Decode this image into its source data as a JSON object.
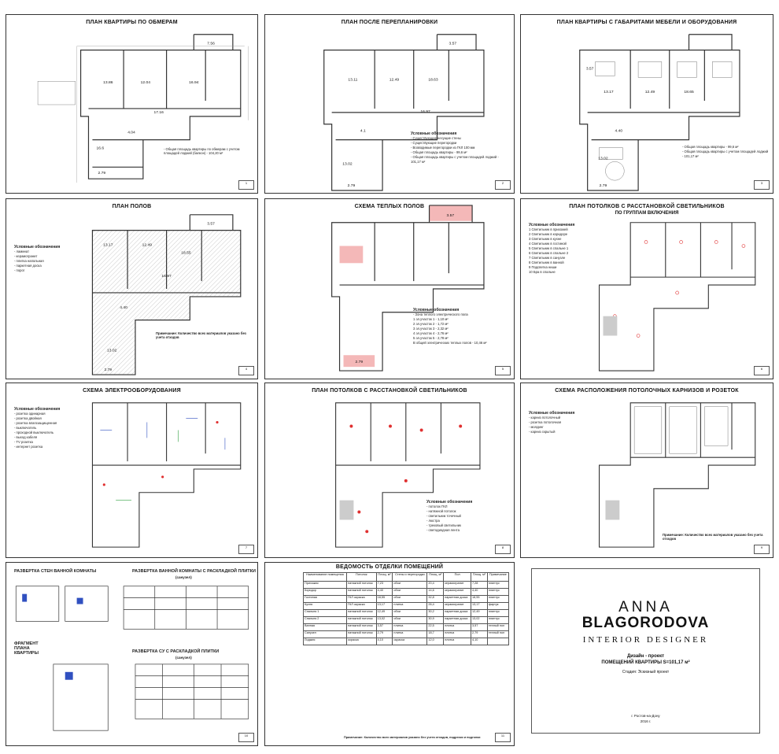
{
  "sheets": [
    {
      "id": "s1",
      "title": "План квартиры по обмерам",
      "stamp": "1",
      "notes": [
        "- Общая площадь квартиры по обмерам с учетом площадей лоджий (балкон) - 104,20 м²"
      ],
      "rooms": [
        {
          "label": "7.56"
        },
        {
          "label": "13.86"
        },
        {
          "label": "12.04"
        },
        {
          "label": "16.94"
        },
        {
          "label": "17.16"
        },
        {
          "label": "4.04"
        },
        {
          "label": "16.6"
        },
        {
          "label": "2.79"
        }
      ]
    },
    {
      "id": "s2",
      "title": "План после перепланировки",
      "stamp": "2",
      "legend_title": "Условные обозначения",
      "legend": [
        "- Существующие несущие стены",
        "- Существующие перегородки",
        "- Возводимые перегородки из ГКЛ 100 мм",
        "- Общая площадь квартиры - 99,6 м²",
        "- Общая площадь квартиры с учетом площадей лоджий - 101,17 м²"
      ],
      "rooms": [
        {
          "label": "3.57"
        },
        {
          "label": "13.11"
        },
        {
          "label": "12.49"
        },
        {
          "label": "18.63"
        },
        {
          "label": "16.97"
        },
        {
          "label": "4.1"
        },
        {
          "label": "13.02"
        },
        {
          "label": "2.79"
        }
      ]
    },
    {
      "id": "s3",
      "title": "План квартиры с габаритами мебели и оборудования",
      "stamp": "3",
      "legend": [
        "- Общая площадь квартиры - 99,6 м²",
        "- Общая площадь квартиры с учетом площадей лоджий - 101,17 м²"
      ],
      "rooms": [
        {
          "label": "3.57"
        },
        {
          "label": "13.17"
        },
        {
          "label": "12.49"
        },
        {
          "label": "18.65"
        },
        {
          "label": "4.40"
        },
        {
          "label": "13.02"
        },
        {
          "label": "2.79"
        }
      ]
    },
    {
      "id": "s4",
      "title": "План полов",
      "stamp": "4",
      "legend_title": "Условные обозначения",
      "legend": [
        "- ламинат",
        "- керамогранит",
        "- плитка напольная",
        "- паркетная доска",
        "- порог"
      ],
      "notes": [
        "Примечание: Количество всех материалов указано без учета отходов"
      ],
      "rooms": [
        {
          "label": "3.57"
        },
        {
          "label": "13.17"
        },
        {
          "label": "12.49"
        },
        {
          "label": "18.55"
        },
        {
          "label": "16.97"
        },
        {
          "label": "4.40"
        },
        {
          "label": "13.02"
        },
        {
          "label": "2.79"
        }
      ]
    },
    {
      "id": "s5",
      "title": "Схема теплых полов",
      "stamp": "5",
      "legend_title": "Условные обозначения",
      "legend": [
        "- Зона теплого электрического пола",
        "1 эл.участок 1 - 1,10 м²",
        "2 эл.участок 2 - 1,72 м²",
        "3 эл.участок 3 - 2,32 м²",
        "4 эл.участок 4 - 2,76 м²",
        "5 эл.участок 5 - 2,78 м²",
        "В общей электрических теплых полов - 10,46 м²"
      ],
      "rooms": [
        {
          "label": "3.57"
        },
        {
          "label": "2.79"
        }
      ]
    },
    {
      "id": "s6",
      "title": "План потолков с расстановкой светильников",
      "subtitle": "по группам включения",
      "stamp": "6",
      "legend_title": "Условные обозначения",
      "legend": [
        "1 Светильник в прихожей",
        "2 Светильник в коридоре",
        "3 Светильник в кухне",
        "4 Светильник в гостиной",
        "5 Светильник в спальне 1",
        "6 Светильник в спальне 2",
        "7 Светильник в санузле",
        "8 Светильник в ванной",
        "9 Подсветка ниши",
        "10 Бра в спальне"
      ]
    },
    {
      "id": "s7",
      "title": "Схема электрооборудования",
      "stamp": "7",
      "legend_title": "Условные обозначения",
      "legend": [
        "- розетка одинарная",
        "- розетка двойная",
        "- розетка влагозащищенная",
        "- выключатель",
        "- проходной выключатель",
        "- выход кабеля",
        "- TV розетка",
        "- интернет розетка"
      ]
    },
    {
      "id": "s8",
      "title": "План потолков с расстановкой светильников",
      "stamp": "8",
      "legend_title": "Условные обозначения",
      "legend": [
        "- потолок ГКЛ",
        "- натяжной потолок",
        "- светильник точечный",
        "- люстра",
        "- трековый светильник",
        "- светодиодная лента"
      ]
    },
    {
      "id": "s9",
      "title": "Схема расположения потолочных карнизов и розеток",
      "stamp": "9",
      "legend_title": "Условные обозначения",
      "legend": [
        "- карниз потолочный",
        "- розетка потолочная",
        "- молдинг",
        "- карниз скрытый"
      ],
      "notes": [
        "Примечание: Количество всех материалов указано без учета отходов"
      ]
    },
    {
      "id": "s10",
      "stamp": "10",
      "blocks": [
        {
          "title": "Развертка стен ванной комнаты"
        },
        {
          "title": "Развертка ванной комнаты с раскладкой плитки",
          "subtitle": "(санузел)"
        },
        {
          "title": "Фрагмент плана квартиры"
        },
        {
          "title": "Развертка СУ с раскладкой плитки",
          "subtitle": "(санузел)"
        }
      ]
    },
    {
      "id": "s11",
      "title": "Ведомость отделки помещений",
      "stamp": "11",
      "table": {
        "header": [
          "Наименование помещения",
          "Потолок",
          "Площ. м²",
          "Стены и перегородки",
          "Площ. м²",
          "Пол",
          "Площ. м²",
          "Примечание"
        ],
        "rows": [
          [
            "Прихожая",
            "натяжной потолок",
            "7,23",
            "обои",
            "20,4",
            "керамогранит",
            "7,28",
            "плинтус"
          ],
          [
            "Коридор",
            "натяжной потолок",
            "4,40",
            "обои",
            "14,6",
            "керамогранит",
            "4,40",
            "плинтус"
          ],
          [
            "Гостиная",
            "ГКЛ окраска",
            "18,55",
            "обои",
            "32,8",
            "паркетная доска",
            "18,55",
            "плинтус"
          ],
          [
            "Кухня",
            "ГКЛ окраска",
            "13,17",
            "плитка",
            "26,4",
            "керамогранит",
            "13,17",
            "фартук"
          ],
          [
            "Спальня 1",
            "натяжной потолок",
            "12,49",
            "обои",
            "30,2",
            "паркетная доска",
            "12,49",
            "плинтус"
          ],
          [
            "Спальня 2",
            "натяжной потолок",
            "13,02",
            "обои",
            "30,9",
            "паркетная доска",
            "13,02",
            "плинтус"
          ],
          [
            "Ванная",
            "натяжной потолок",
            "3,57",
            "плитка",
            "22,5",
            "плитка",
            "3,57",
            "теплый пол"
          ],
          [
            "Санузел",
            "натяжной потолок",
            "2,79",
            "плитка",
            "18,7",
            "плитка",
            "2,79",
            "теплый пол"
          ],
          [
            "Лоджия",
            "окраска",
            "4,10",
            "окраска",
            "12,0",
            "плитка",
            "4,10",
            ""
          ]
        ],
        "footnote": "Примечание: Количество всех материалов указано без учета отходов, подрезки и подгонки"
      }
    },
    {
      "id": "s12",
      "brand": {
        "name_line1": "ANNA",
        "name_line2": "BLAGORODOVA",
        "tagline": "INTERIOR DESIGNER",
        "project_line1": "Дизайн - проект",
        "project_line2": "ПОМЕЩЕНИЙ КВАРТИРЫ S=101,17 м²",
        "stage": "Стадия: Эскизный проект",
        "city": "г. Ростов-на-Дону",
        "year": "2016 г."
      }
    }
  ],
  "colors": {
    "line": "#333333",
    "accent_red": "#e03030",
    "pink_fill": "#f4b8b8",
    "hatch": "#9a9a9a",
    "blue": "#3050c0",
    "green": "#30a040"
  }
}
